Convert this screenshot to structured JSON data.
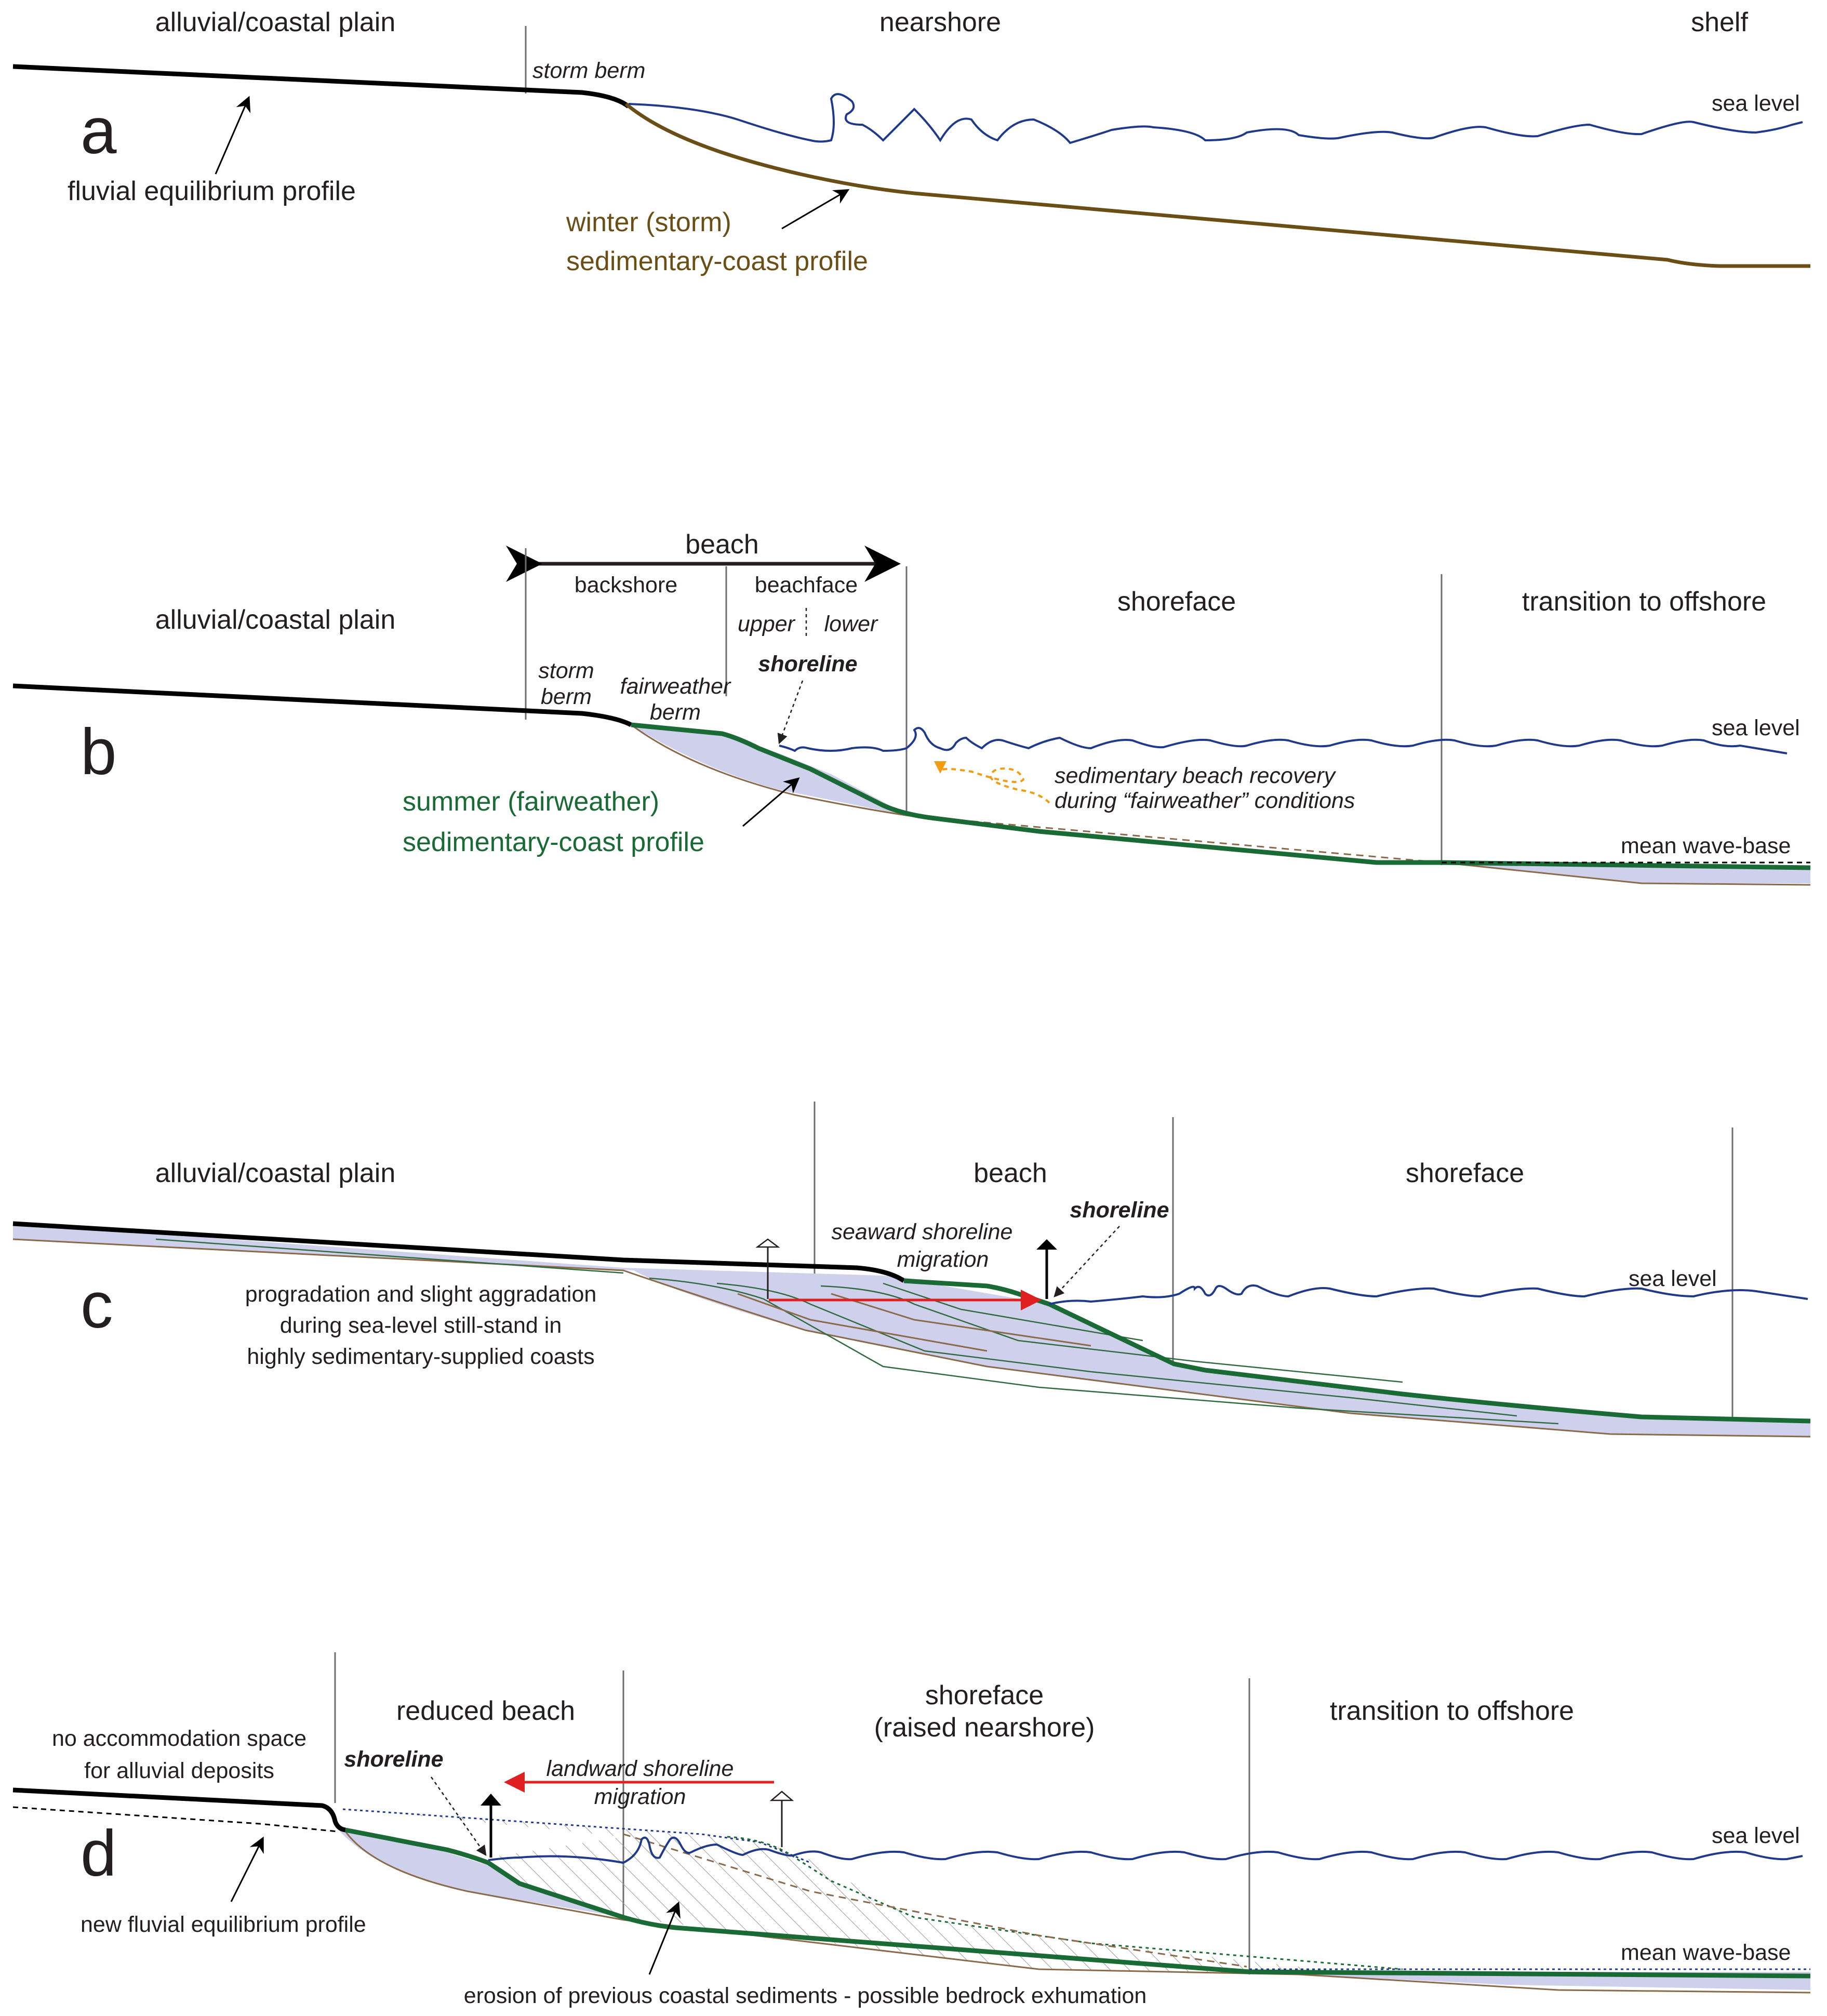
{
  "panel_a": {
    "letter": "a",
    "zones": [
      "alluvial/coastal plain",
      "nearshore",
      "shelf"
    ],
    "storm_berm": "storm berm",
    "sea_level": "sea level",
    "fluvial_profile": "fluvial equilibrium profile",
    "storm_profile_1": "winter (storm)",
    "storm_profile_2": "sedimentary-coast profile"
  },
  "panel_b": {
    "letter": "b",
    "beach": "beach",
    "backshore": "backshore",
    "beachface": "beachface",
    "upper": "upper",
    "lower": "lower",
    "shoreline": "shoreline",
    "zones": [
      "alluvial/coastal plain",
      "shoreface",
      "transition to offshore"
    ],
    "storm_berm_1": "storm",
    "storm_berm_2": "berm",
    "fair_berm_1": "fairweather",
    "fair_berm_2": "berm",
    "sea_level": "sea level",
    "recovery_1": "sedimentary beach recovery",
    "recovery_2": "during “fairweather” conditions",
    "summer_profile_1": "summer (fairweather)",
    "summer_profile_2": "sedimentary-coast profile",
    "wave_base": "mean wave-base"
  },
  "panel_c": {
    "letter": "c",
    "zones": [
      "alluvial/coastal plain",
      "beach",
      "shoreface"
    ],
    "migration_1": "seaward shoreline",
    "migration_2": "migration",
    "shoreline": "shoreline",
    "sea_level": "sea level",
    "note_1": "progradation and slight aggradation",
    "note_2": "during sea-level still-stand in",
    "note_3": "highly sedimentary-supplied coasts"
  },
  "panel_d": {
    "letter": "d",
    "zones": [
      "reduced beach",
      "shoreface",
      "(raised nearshore)",
      "transition to offshore"
    ],
    "no_space_1": "no accommodation space",
    "no_space_2": "for alluvial deposits",
    "shoreline": "shoreline",
    "migration_1": "landward shoreline",
    "migration_2": "migration",
    "sea_level": "sea level",
    "new_profile": "new fluvial equilibrium profile",
    "wave_base": "mean wave-base",
    "erosion": "erosion of previous coastal sediments - possible bedrock exhumation"
  },
  "colors": {
    "sea": "#1f3a8a",
    "storm_profile": "#6b4e16",
    "fairweather_profile": "#1a6a35",
    "sediment_fill": "#cfd1ec",
    "migration_arrow": "#e02020",
    "recovery_arrow": "#f39c12"
  }
}
